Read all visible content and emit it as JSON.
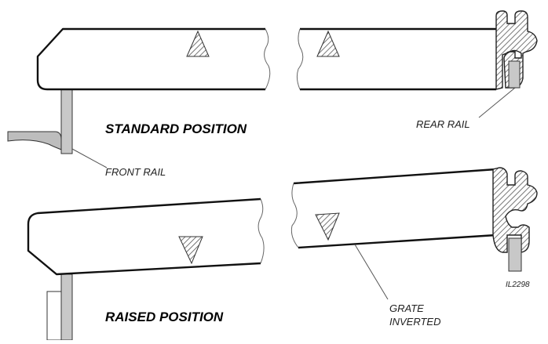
{
  "labels": {
    "standard_position": "STANDARD POSITION",
    "raised_position": "RAISED POSITION",
    "front_rail": "FRONT RAIL",
    "rear_rail": "REAR RAIL",
    "grate_line1": "GRATE",
    "grate_line2": "INVERTED",
    "figure_id": "IL2298"
  }
}
